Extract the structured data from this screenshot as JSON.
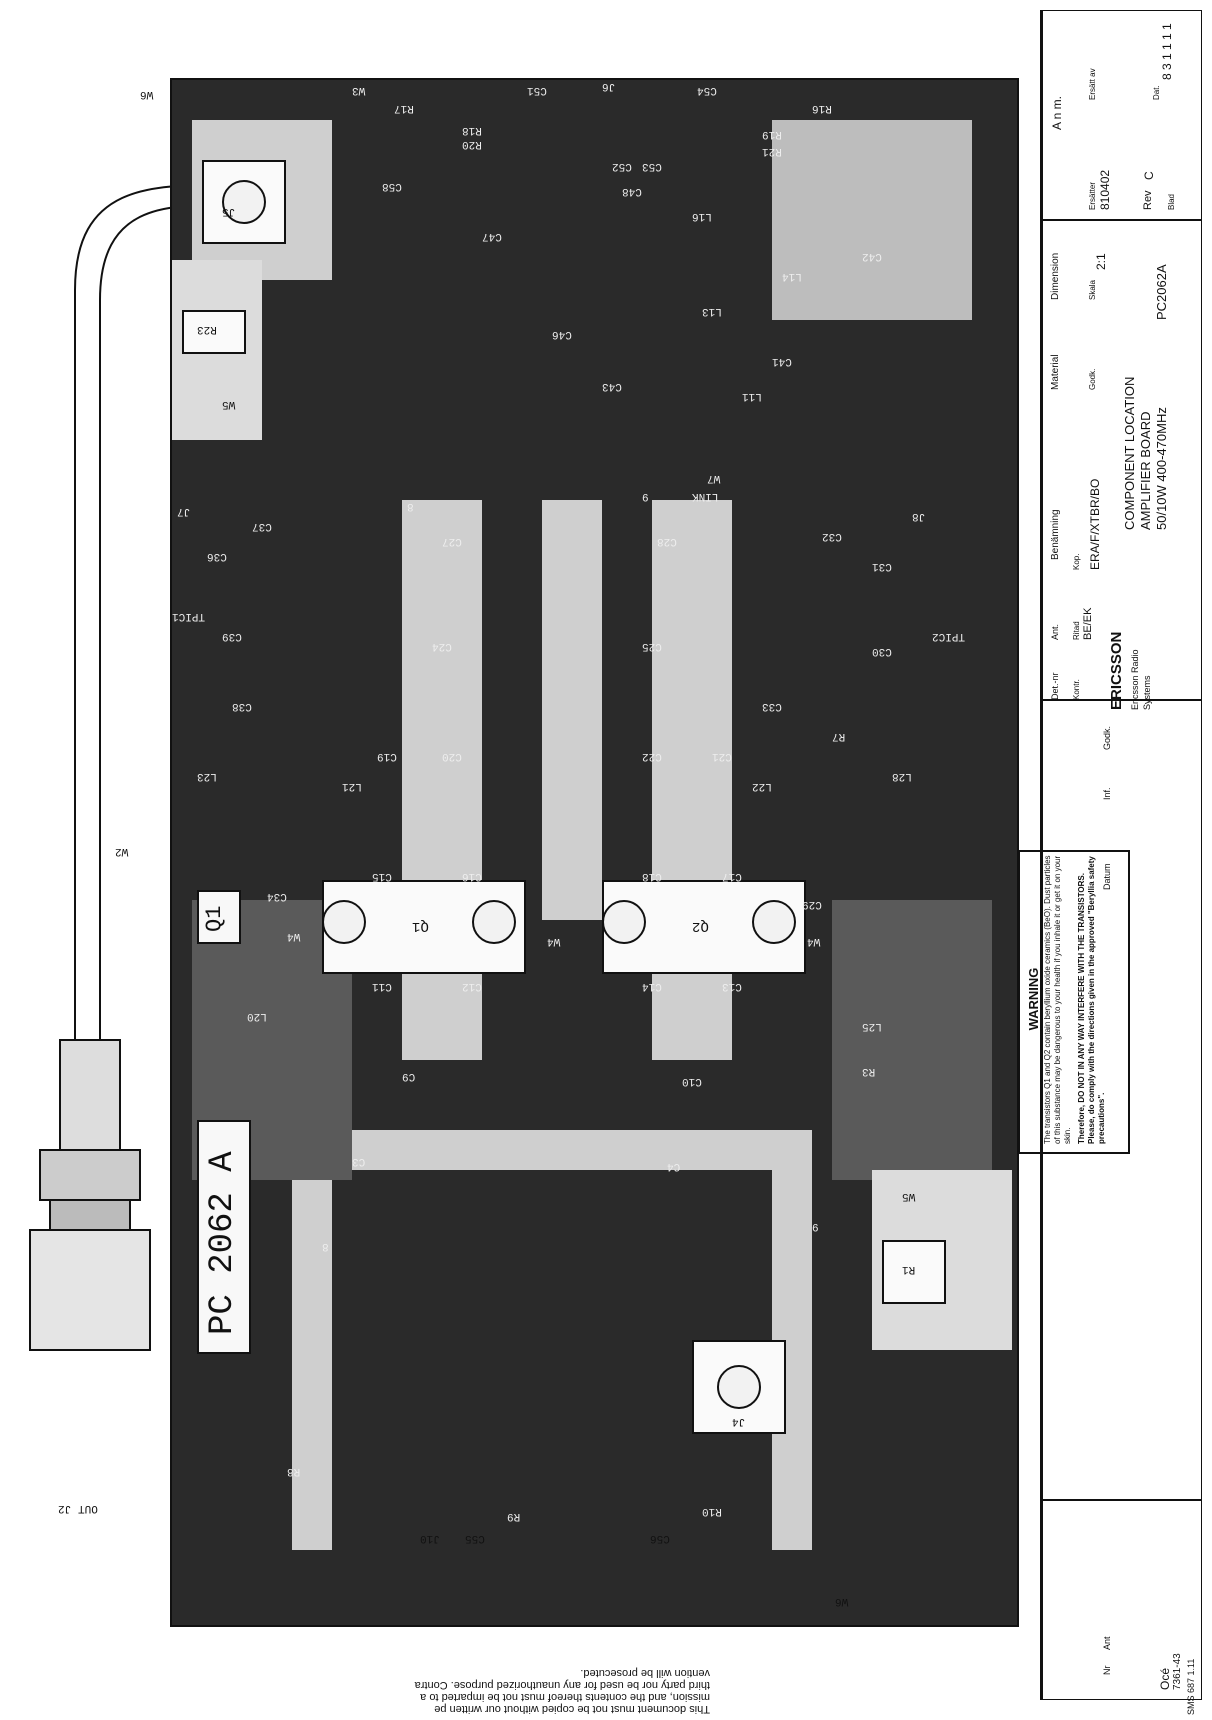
{
  "board": {
    "part_label": "PC 2062 A",
    "q1_label": "Q1",
    "components": {
      "w6_top": "W6",
      "w3": "W3",
      "r17": "R17",
      "cs1": "C51",
      "j6": "J6",
      "cs4": "C54",
      "r16": "R16",
      "r19": "R19",
      "r21": "R21",
      "r20": "R20",
      "r18": "R18",
      "c52": "C52",
      "c53": "C53",
      "c58": "C58",
      "j5": "J5",
      "c48": "C48",
      "l16": "L16",
      "c42": "C42",
      "l14": "L14",
      "c47": "C47",
      "c46": "C46",
      "l13": "L13",
      "r23": "R23",
      "c41": "C41",
      "c43": "C43",
      "l11": "L11",
      "w5_top": "W5",
      "w7": "W7",
      "link": "LINK",
      "j7": "J7",
      "c37": "C37",
      "c27": "C27",
      "c28": "C28",
      "c32": "C32",
      "j8": "J8",
      "c36": "C36",
      "c31": "C31",
      "tp_ic1": "TPIC1",
      "c39": "C39",
      "c24": "C24",
      "c25": "C25",
      "tp_ic2": "TPIC2",
      "c30": "C30",
      "c38": "C38",
      "c33": "C33",
      "r7": "R7",
      "l23": "L23",
      "c19": "C19",
      "c20": "C20",
      "c22": "C22",
      "c21": "C21",
      "l28": "L28",
      "l21": "L21",
      "l22": "L22",
      "c34": "C34",
      "c15": "C15",
      "c16": "C16",
      "c18": "C18",
      "c17": "C17",
      "c29": "C29",
      "q1": "Q1",
      "q2": "Q2",
      "w4a": "W4",
      "w4b": "W4",
      "w4c": "W4",
      "c11": "C11",
      "c12": "C12",
      "c14": "C14",
      "c13": "C13",
      "l20": "L20",
      "l25": "L25",
      "r3": "R3",
      "c9": "C9",
      "c10": "C10",
      "c3": "C3",
      "c4": "C4",
      "w5_bot": "W5",
      "r1": "R1",
      "j4": "J4",
      "r8": "R8",
      "r9": "R9",
      "c55": "C55",
      "j10": "J10",
      "c56": "C56",
      "r10": "R10",
      "w6_bot": "W6",
      "w2": "W2",
      "j2": "J2",
      "out": "OUT",
      "pin8a": "8",
      "pin9a": "9",
      "pin8b": "8",
      "pin9b": "9"
    }
  },
  "warning": {
    "title": "WARNING",
    "body1": "The transistors Q1 and Q2 contain beryllium oxide ceramics (BeO). Dust particles of this substance may be dangerous to your health if you inhale it or get it on your skin.",
    "body2": "Therefore, DO NOT IN ANY WAY INTERFERE WITH THE TRANSISTORS. Please, do comply with the directions given in the approved \"Beryllia safety precautions\"."
  },
  "title_block": {
    "anm": "A n m.",
    "ersatt_av": "Ersätt av",
    "ersatter": "Ersätter",
    "ersatter_val": "810402",
    "dat": "Dat.",
    "dat_val": "8 3 1 1 1 1",
    "rev": "Rev",
    "rev_val": "C",
    "blad": "Blad",
    "dimension": "Dimension",
    "skala": "Skala",
    "skala_val": "2:1",
    "material": "Material",
    "godk": "Godk.",
    "benamning": "Benämning",
    "kontr_num": "ERA/F/XTBR/BO",
    "description_l1": "COMPONENT LOCATION",
    "description_l2": "AMPLIFIER BOARD",
    "description_l3": "50/10W 400-470MHz",
    "doc_number": "PC2062A",
    "det_nr": "Det.-nr",
    "ant": "Ant.",
    "kontr": "Kontr.",
    "ritad": "Ritad",
    "ritad_val": "BE/EK",
    "kop": "Kop.",
    "company": "ERICSSON",
    "company_sub1": "Ericsson Radio",
    "company_sub2": "Systems",
    "inf": "Inf.",
    "datum": "Datum",
    "nr": "Nr",
    "ant2": "Ant",
    "oce": "Océ",
    "oce_code": "7361-43",
    "sms": "SMS 687 1.11"
  },
  "footer_note": {
    "line1": "This document must not be copied without our written pe",
    "line2": "mission, and the contents thereof must not be imparted to a",
    "line3": "third party nor be used for any unauthorized purpose. Contra",
    "line4": "vention will be prosecuted."
  }
}
